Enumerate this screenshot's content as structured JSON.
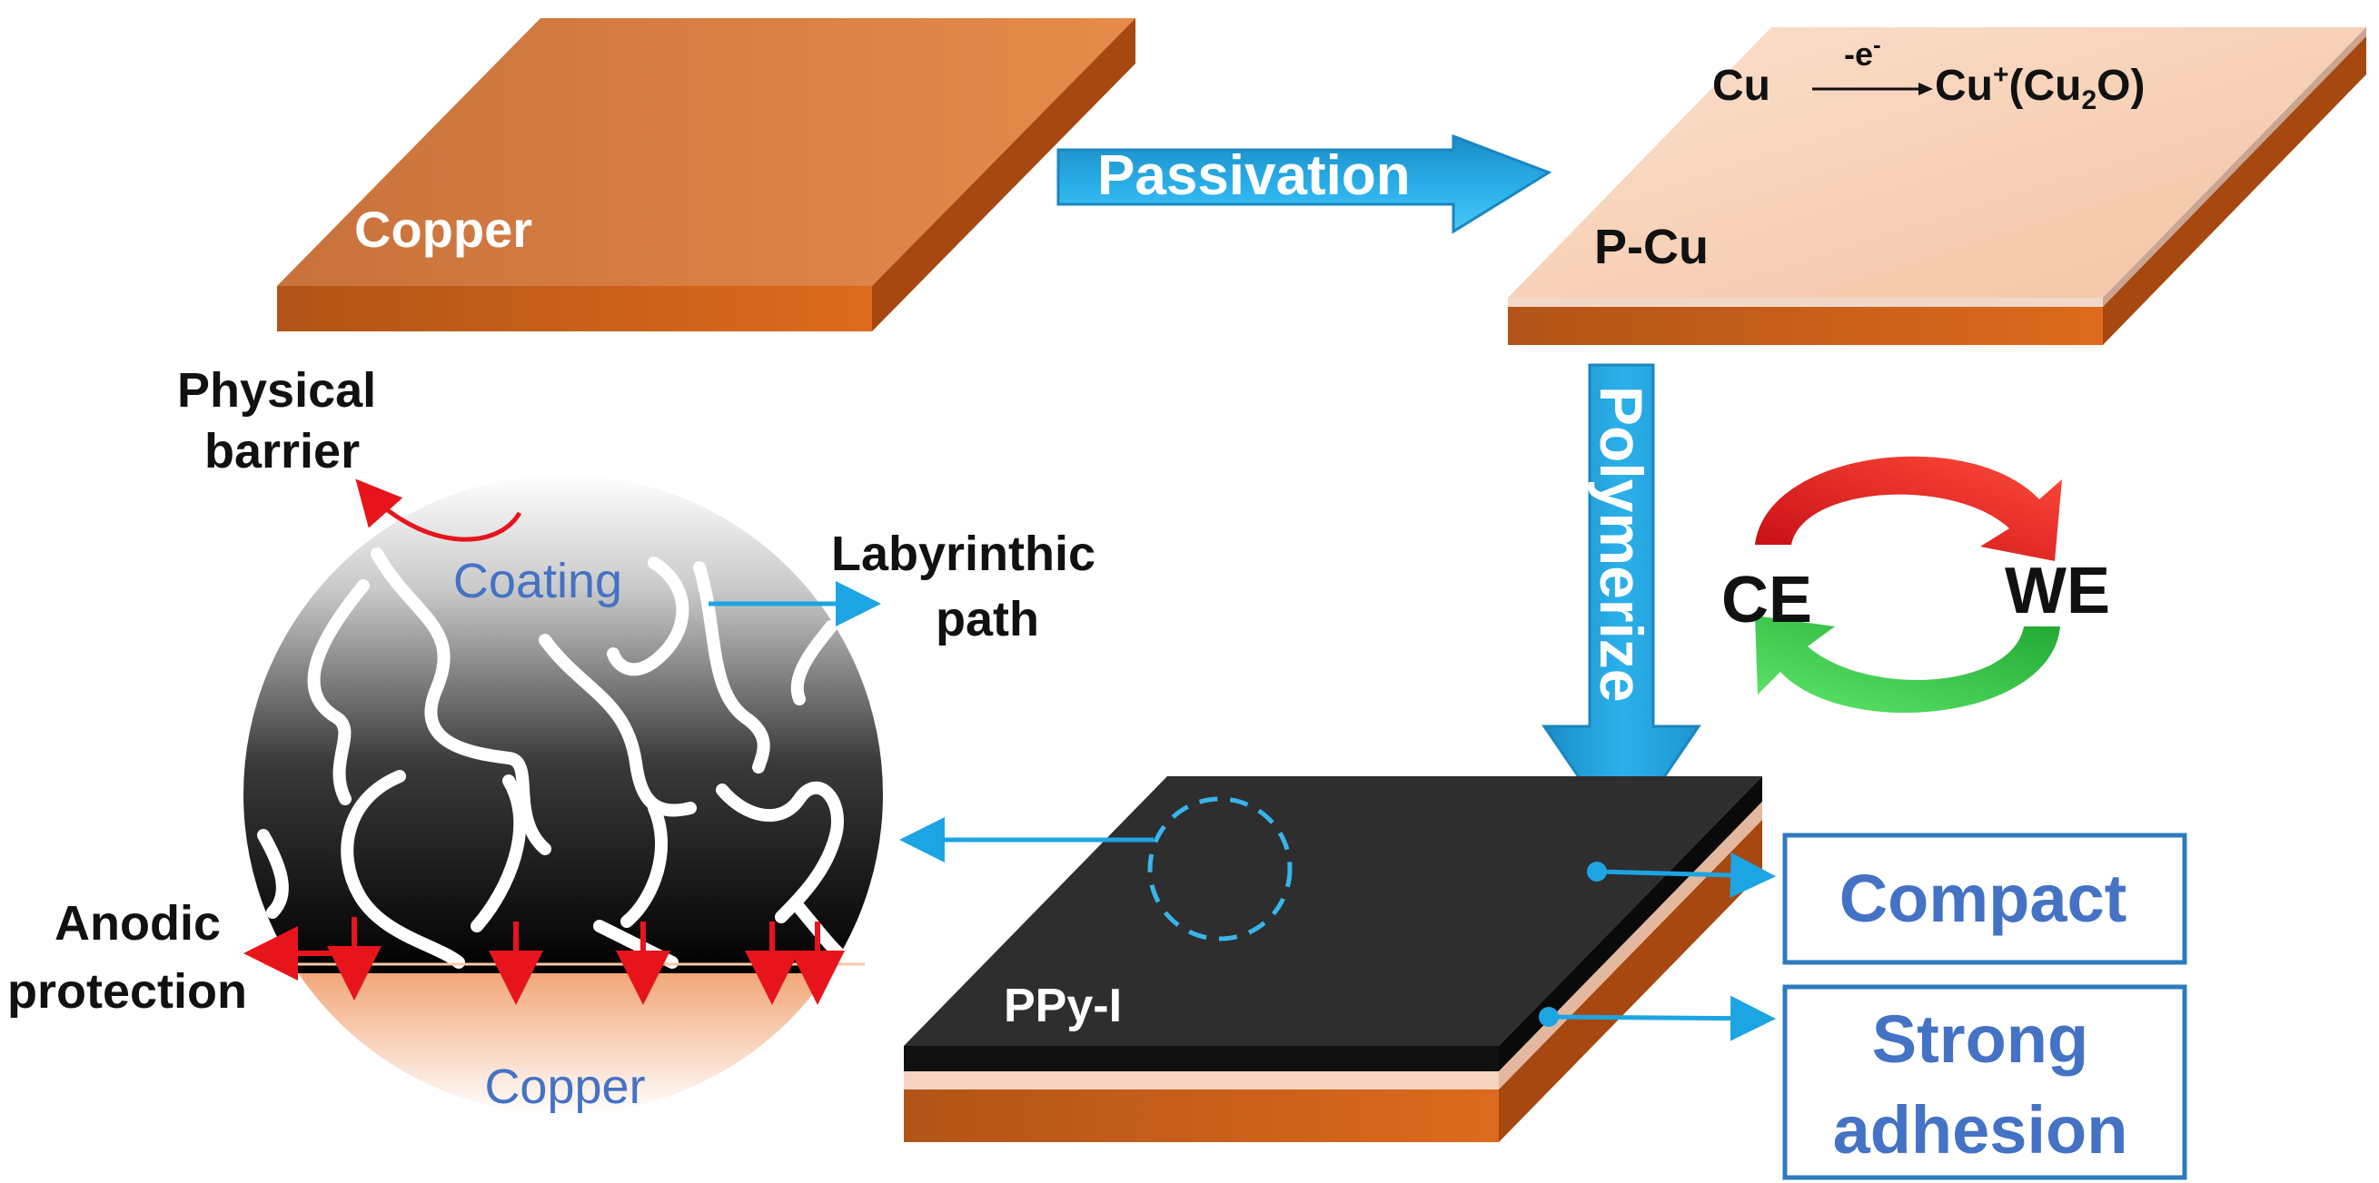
{
  "copper_plate": {
    "label": "Copper"
  },
  "passivation_arrow": {
    "label": "Passivation"
  },
  "pcu_plate": {
    "label": "P-Cu",
    "reaction": {
      "reactant": "Cu",
      "over_arrow": "-e",
      "over_arrow_sup": "-",
      "product": "Cu",
      "product_sup": "+",
      "product_tail_open": "(Cu",
      "product_sub": "2",
      "product_tail_close": "O)"
    }
  },
  "polymerize_arrow": {
    "label": "Polymerize"
  },
  "cycle": {
    "left_label": "CE",
    "right_label": "WE"
  },
  "ppy_plate": {
    "label": "PPy-I"
  },
  "callouts": {
    "compact": "Compact",
    "strong_line1": "Strong",
    "strong_line2": "adhesion"
  },
  "zoom": {
    "coating_label": "Coating",
    "copper_label": "Copper",
    "physical_barrier_line1": "Physical",
    "physical_barrier_line2": "barrier",
    "labyrinth_line1": "Labyrinthic",
    "labyrinth_line2": "path",
    "anodic_line1": "Anodic",
    "anodic_line2": "protection"
  },
  "colors": {
    "copper_top": "#e0864a",
    "copper_side": "#c4581a",
    "pcu_top": "#f8d3bb",
    "ppy_top": "#2c2c2c",
    "accent_blue": "#1da4e2",
    "label_blue": "#4472c4",
    "red": "#e8141c",
    "green": "#2ecc40"
  }
}
